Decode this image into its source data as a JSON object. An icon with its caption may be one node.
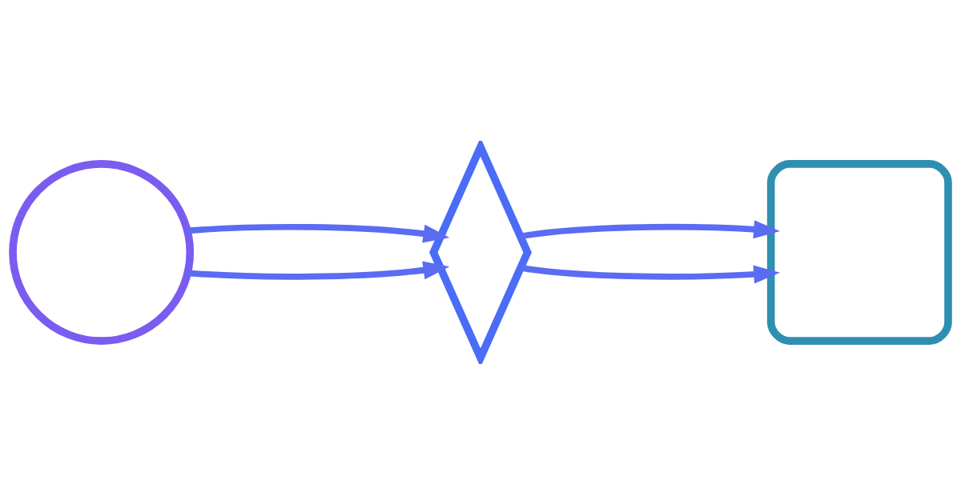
{
  "diagram": {
    "nodes": [
      {
        "text": [],
        "shape": "circle"
      },
      {
        "text": [],
        "shape": "diamond"
      },
      {
        "text": [],
        "shape": "box"
      }
    ],
    "edges": [
      {
        "from": 0,
        "to": 1,
        "arrow": "to"
      },
      {
        "from": 0,
        "to": 1,
        "arrow": "to"
      },
      {
        "from": 1,
        "to": 2,
        "arrow": "to"
      },
      {
        "from": 1,
        "to": 2,
        "arrow": "to"
      }
    ]
  }
}
